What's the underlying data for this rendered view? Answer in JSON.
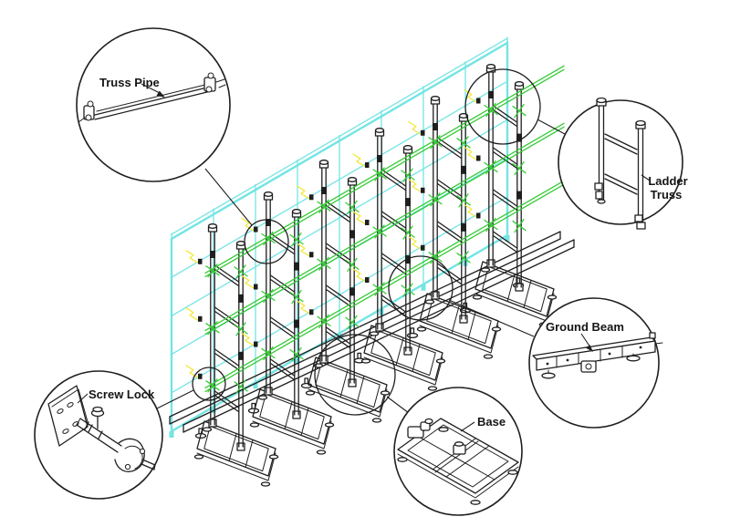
{
  "diagram": {
    "colors": {
      "line": "#1f1f1f",
      "cyan": "#74E4E4",
      "green": "#35CB35",
      "yellow": "#F2E83A"
    },
    "labels": {
      "truss_pipe": "Truss Pipe",
      "ladder_truss_line1": "Ladder",
      "ladder_truss_line2": "Truss",
      "ground_beam": "Ground Beam",
      "base": "Base",
      "screw_lock": "Screw Lock"
    }
  }
}
